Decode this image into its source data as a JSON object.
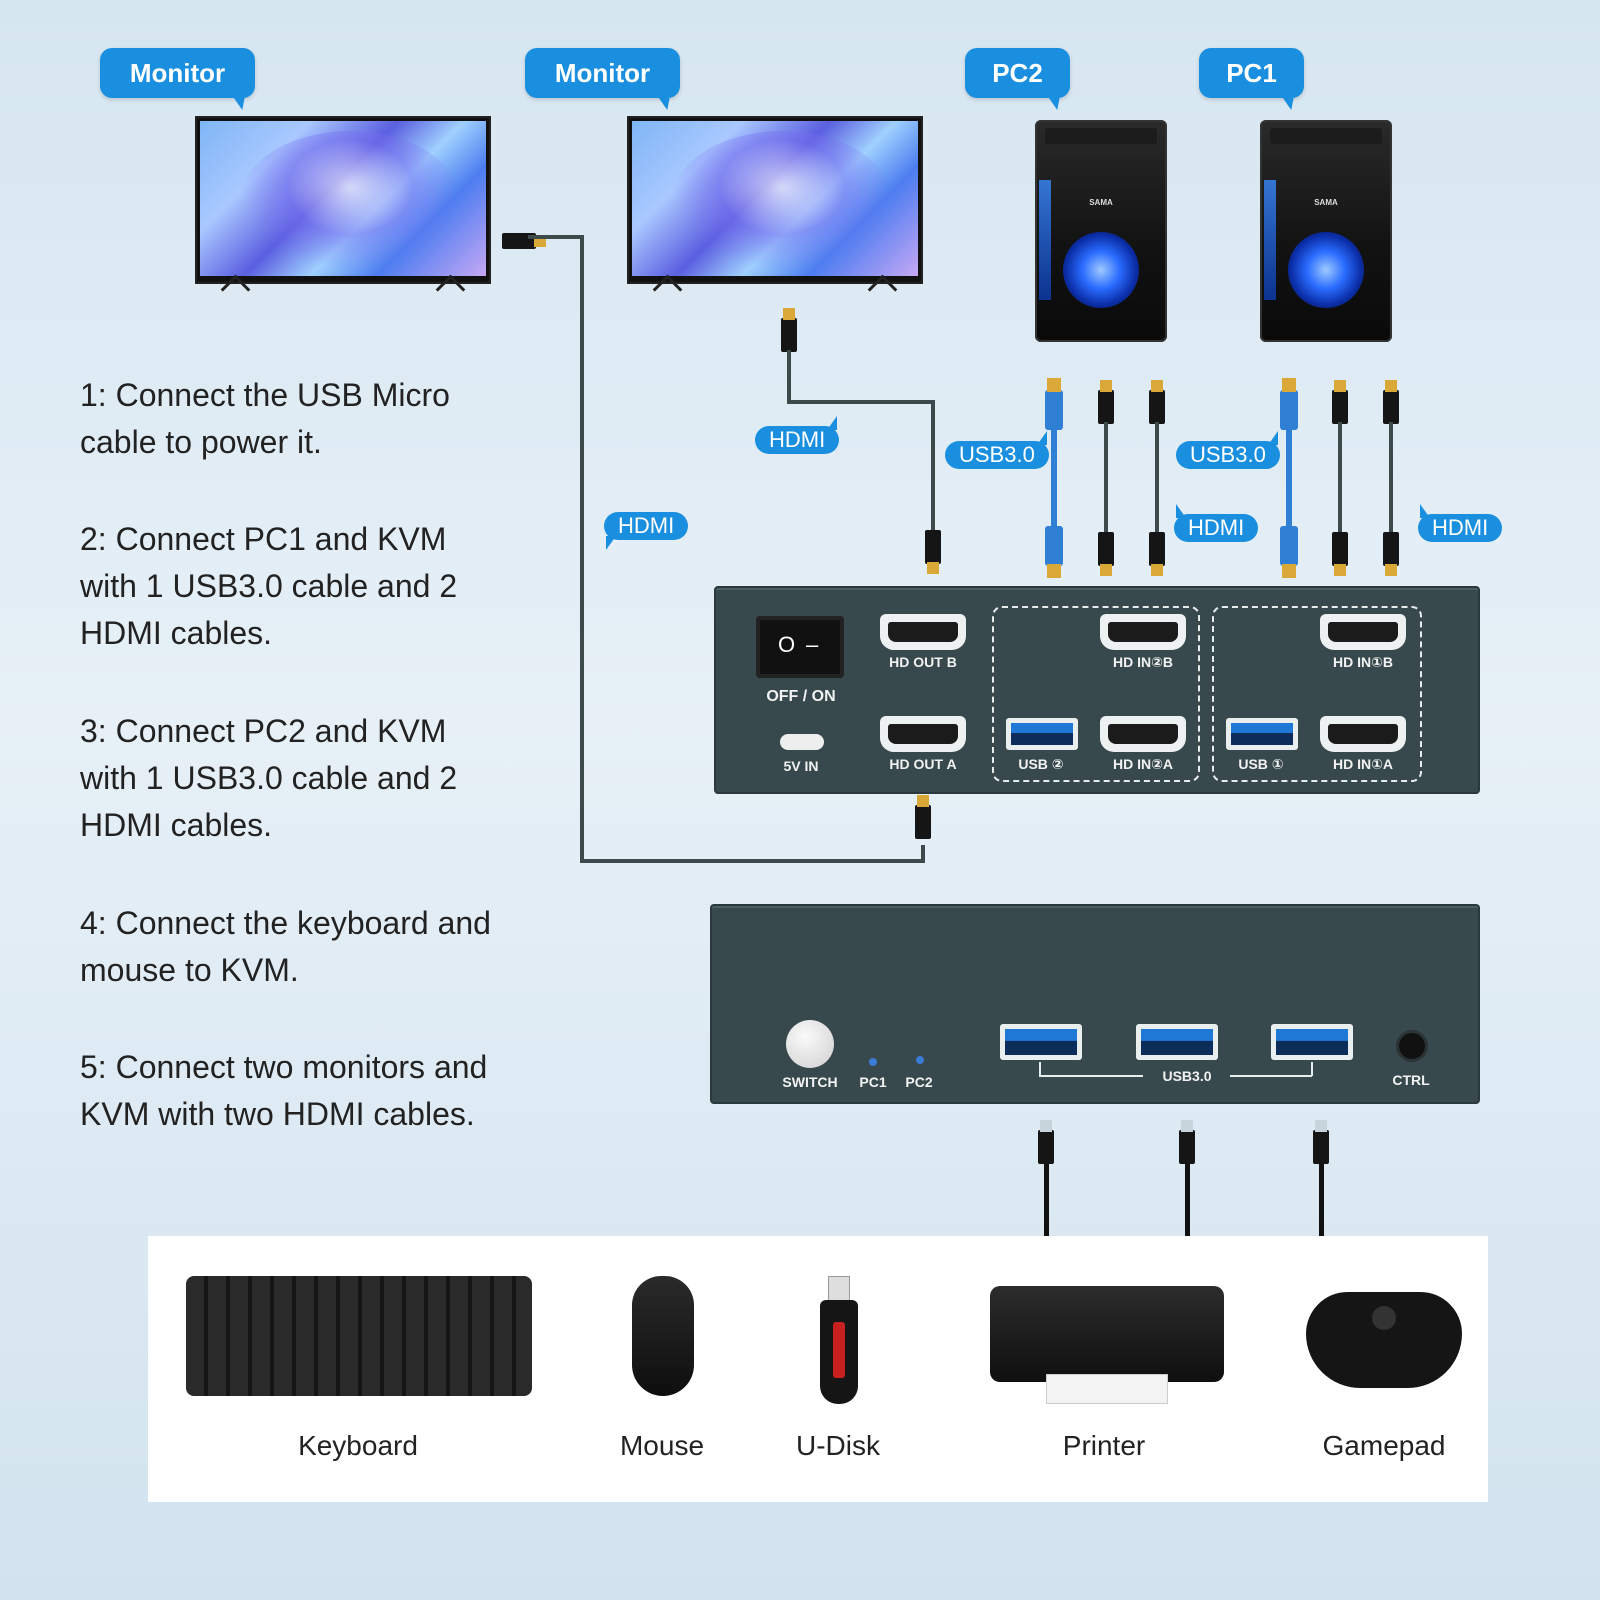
{
  "tags": {
    "monitor1": "Monitor",
    "monitor2": "Monitor",
    "pc2": "PC2",
    "pc1": "PC1"
  },
  "cable_labels": {
    "hdmi_left": "HDMI",
    "hdmi_mid": "HDMI",
    "usb_pc2": "USB3.0",
    "hdmi_pc2": "HDMI",
    "usb_pc1": "USB3.0",
    "hdmi_pc1": "HDMI"
  },
  "pc_brand": "SAMA",
  "instructions": [
    "1: Connect the USB Micro cable to power it.",
    "2: Connect PC1 and KVM with 1 USB3.0 cable and 2 HDMI cables.",
    "3: Connect PC2 and KVM with 1 USB3.0 cable and 2 HDMI cables.",
    "4: Connect the keyboard and mouse to KVM.",
    "5: Connect two monitors and KVM with two HDMI cables."
  ],
  "kvm_back": {
    "switch_symbol_off": "O",
    "switch_symbol_on": "–",
    "off_on": "OFF / ON",
    "power_in": "5V IN",
    "hd_out_b": "HD OUT B",
    "hd_out_a": "HD OUT A",
    "hd_in_2b": "HD IN②B",
    "hd_in_2a": "HD IN②A",
    "usb_2": "USB ②",
    "hd_in_1b": "HD IN①B",
    "hd_in_1a": "HD IN①A",
    "usb_1": "USB ①"
  },
  "kvm_front": {
    "switch": "SWITCH",
    "pc1": "PC1",
    "pc2": "PC2",
    "usb30": "USB3.0",
    "ctrl": "CTRL"
  },
  "peripherals": [
    "Keyboard",
    "Mouse",
    "U-Disk",
    "Printer",
    "Gamepad"
  ],
  "colors": {
    "accent": "#1a8fe0",
    "kvm_body": "#38494d",
    "usb_cable": "#2f7fd4"
  }
}
